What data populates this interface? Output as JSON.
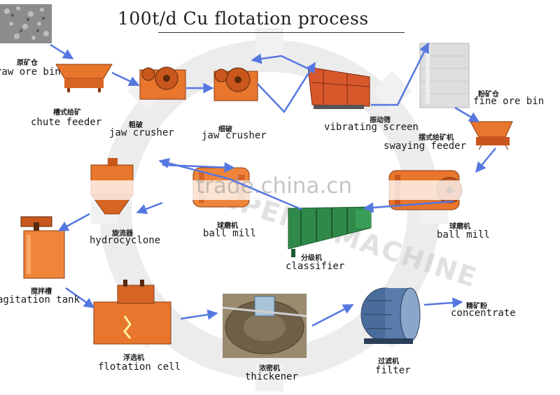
{
  "title": "100t/d Cu flotation process",
  "watermark": {
    "trade": "trade.china.cn",
    "brand": "JINPENG MACHINE"
  },
  "colors": {
    "arrow": "#5577e0",
    "equipment": "#e8762c",
    "equipment_dark": "#8a3a10",
    "gear": "#2f8a4a",
    "steel": "#4a6c9a"
  },
  "stages": [
    {
      "id": "raw-ore-bin",
      "zh": "原矿仓",
      "en": "raw ore bin",
      "icon": "rock-pile-icon"
    },
    {
      "id": "chute-feeder",
      "zh": "槽式给矿",
      "en": "chute feeder",
      "icon": "chute-feeder-icon"
    },
    {
      "id": "jaw-crusher-1",
      "zh": "粗破",
      "en": "jaw crusher",
      "icon": "jaw-crusher-icon"
    },
    {
      "id": "jaw-crusher-2",
      "zh": "细破",
      "en": "jaw crusher",
      "icon": "jaw-crusher-icon"
    },
    {
      "id": "vibrating-screen",
      "zh": "振动筛",
      "en": "vibrating screen",
      "icon": "vibrating-screen-icon"
    },
    {
      "id": "fine-ore-bin",
      "zh": "粉矿仓",
      "en": "fine ore bin",
      "icon": "silo-icon"
    },
    {
      "id": "swaying-feeder",
      "zh": "摆式给矿机",
      "en": "swaying feeder",
      "icon": "swaying-feeder-icon"
    },
    {
      "id": "ball-mill-right",
      "zh": "球磨机",
      "en": "ball mill",
      "icon": "ball-mill-icon"
    },
    {
      "id": "classifier",
      "zh": "分级机",
      "en": "classifier",
      "icon": "spiral-classifier-icon"
    },
    {
      "id": "ball-mill-center",
      "zh": "球磨机",
      "en": "ball mill",
      "icon": "ball-mill-icon"
    },
    {
      "id": "hydrocyclone",
      "zh": "旋流器",
      "en": "hydrocyclone",
      "icon": "hydrocyclone-icon"
    },
    {
      "id": "agitation-tank",
      "zh": "搅拌槽",
      "en": "agitation tank",
      "icon": "agitation-tank-icon"
    },
    {
      "id": "flotation-cell",
      "zh": "浮选机",
      "en": "flotation cell",
      "icon": "flotation-cell-icon"
    },
    {
      "id": "thickener",
      "zh": "浓密机",
      "en": "thickener",
      "icon": "thickener-icon"
    },
    {
      "id": "filter",
      "zh": "过滤机",
      "en": "filter",
      "icon": "filter-drum-icon"
    },
    {
      "id": "concentrate",
      "zh": "精矿粉",
      "en": "concentrate",
      "icon": ""
    }
  ]
}
